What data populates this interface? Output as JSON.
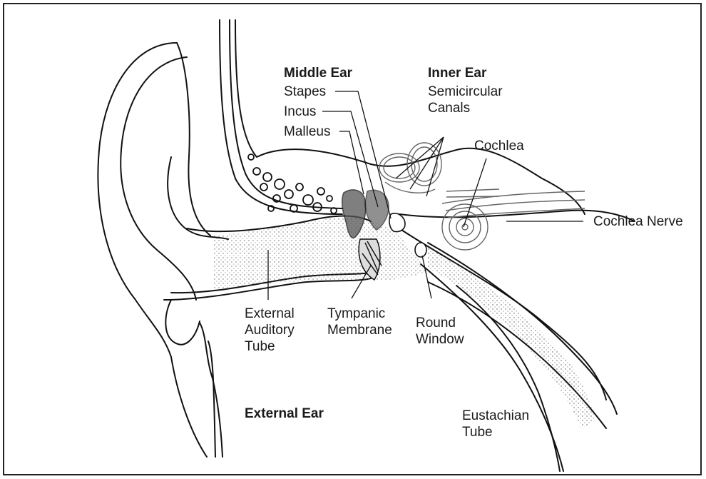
{
  "labels": {
    "middle_ear": "Middle Ear",
    "stapes": "Stapes",
    "incus": "Incus",
    "malleus": "Malleus",
    "inner_ear": "Inner Ear",
    "semicircular_canals": [
      "Semicircular",
      "Canals"
    ],
    "cochlea": "Cochlea",
    "cochlea_nerve": "Cochlea Nerve",
    "external_auditory_tube": [
      "External",
      "Auditory",
      "Tube"
    ],
    "tympanic_membrane": [
      "Tympanic",
      "Membrane"
    ],
    "round_window": [
      "Round",
      "Window"
    ],
    "external_ear": "External Ear",
    "eustachian_tube": [
      "Eustachian",
      "Tube"
    ]
  }
}
